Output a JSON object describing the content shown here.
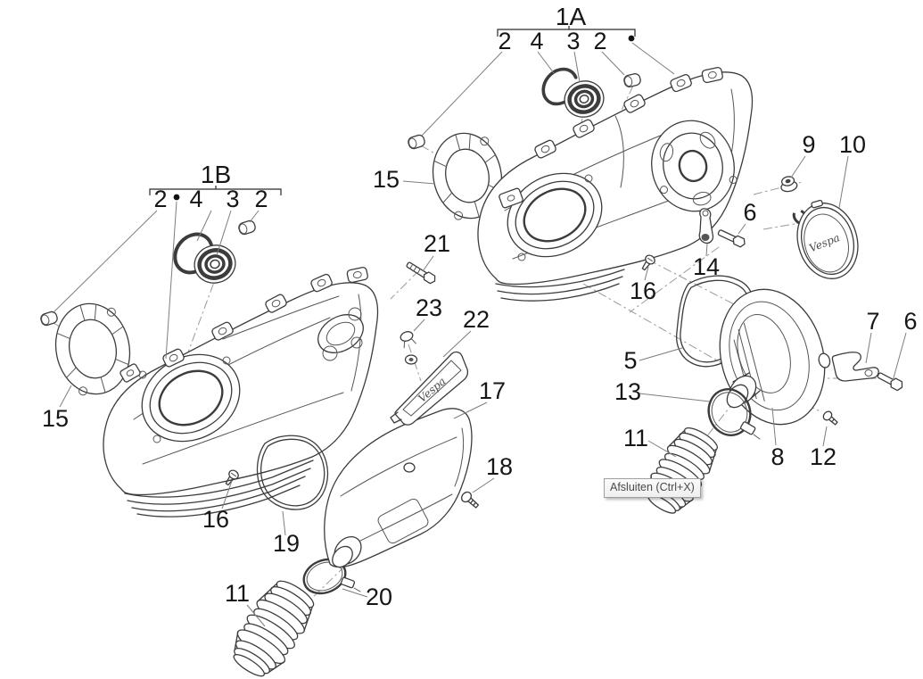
{
  "figure": {
    "type": "exploded-parts-diagram",
    "groups": [
      {
        "label": "1A",
        "callouts": [
          "2",
          "4",
          "3",
          "2"
        ]
      },
      {
        "label": "1B",
        "callouts": [
          "2",
          "4",
          "3",
          "2"
        ]
      }
    ],
    "part_callouts": [
      "2",
      "3",
      "4",
      "5",
      "6",
      "7",
      "8",
      "9",
      "10",
      "11",
      "12",
      "13",
      "14",
      "15",
      "16",
      "17",
      "18",
      "19",
      "20",
      "21",
      "22",
      "23"
    ]
  },
  "labels": {
    "g1a": "1A",
    "g1b": "1B",
    "n2": "2",
    "n3": "3",
    "n4": "4",
    "n5": "5",
    "n6": "6",
    "n7": "7",
    "n8": "8",
    "n9": "9",
    "n10": "10",
    "n11": "11",
    "n12": "12",
    "n13": "13",
    "n14": "14",
    "n15": "15",
    "n16": "16",
    "n17": "17",
    "n18": "18",
    "n19": "19",
    "n20": "20",
    "n21": "21",
    "n22": "22",
    "n23": "23"
  },
  "brand": {
    "script": "Vespa"
  },
  "tooltip": {
    "text": "Afsluiten (Ctrl+X)"
  },
  "colors": {
    "background": "#ffffff",
    "line": "#3c3c3c",
    "detail": "#565656",
    "leader": "#7d7d7d",
    "centerline": "#9a9a9a",
    "label": "#161616",
    "tooltip_bg": "#f4f4f4",
    "tooltip_border": "#9fa0a2",
    "tooltip_text": "#4a4a4a"
  }
}
